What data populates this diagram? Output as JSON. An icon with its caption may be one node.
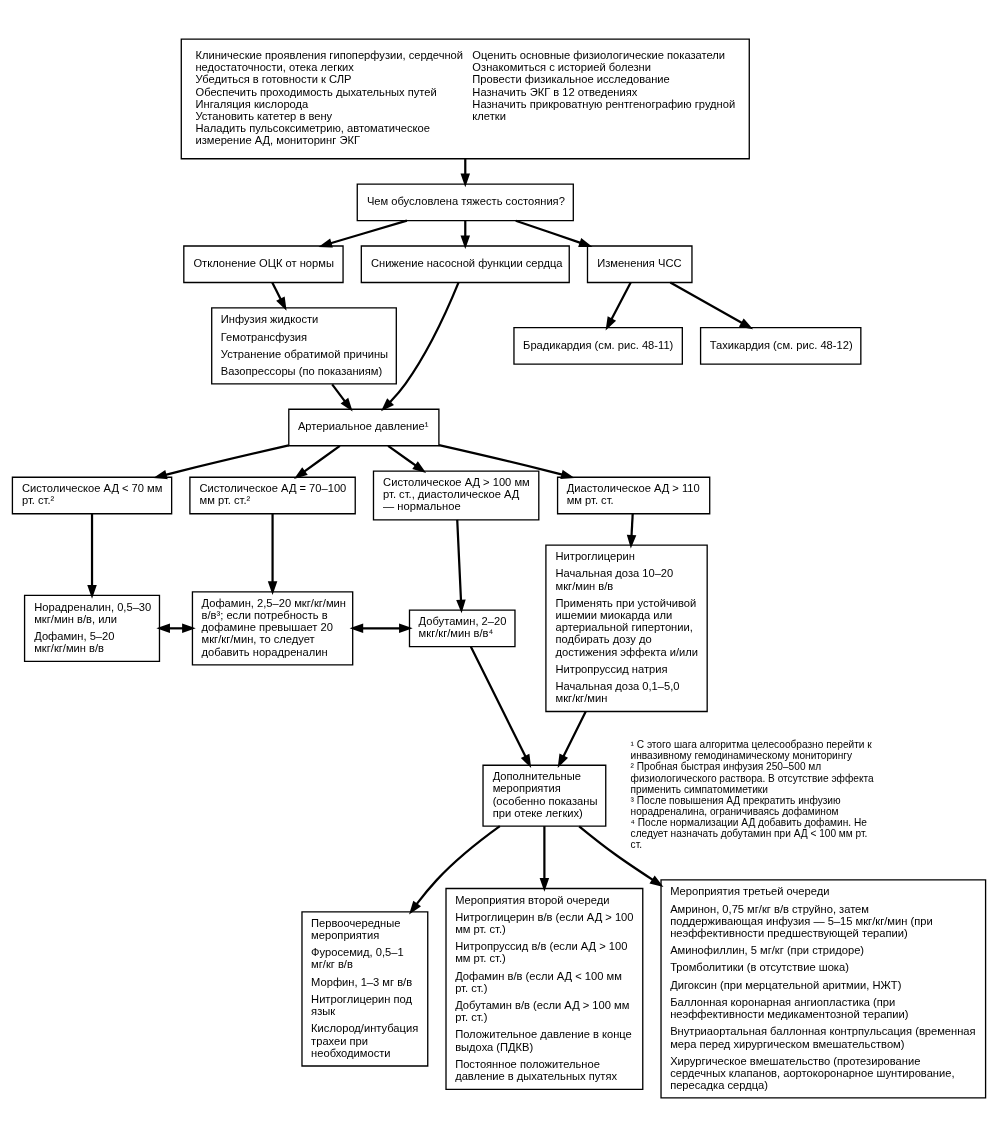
{
  "diagram": {
    "nodes": [
      {
        "text": [
          "Клинические проявления гипоперфузии, сердечной недостаточности, отека легких",
          "Убедиться в готовности к СЛР",
          "Обеспечить проходимость дыхательных путей",
          "Ингаляция кислорода",
          "Установить катетер в вену",
          "Наладить пульсоксиметрию, автоматическое измерение АД, мониторинг ЭКГ",
          "Оценить основные физиологические показатели",
          "Ознакомиться с историей болезни",
          "Провести физикальное исследование",
          "Назначить ЭКГ в 12 отведениях",
          "Назначить прикроватную рентгенографию грудной клетки"
        ]
      },
      {
        "text": [
          "Чем обусловлена тяжесть состояния?"
        ]
      },
      {
        "text": [
          "Отклонение ОЦК от нормы"
        ]
      },
      {
        "text": [
          "Снижение насосной функции сердца"
        ]
      },
      {
        "text": [
          "Изменения ЧСС"
        ]
      },
      {
        "text": [
          "Инфузия жидкости",
          "Гемотрансфузия",
          "Устранение обратимой причины",
          "Вазопрессоры (по показаниям)"
        ]
      },
      {
        "text": [
          "Артериальное давление¹"
        ]
      },
      {
        "text": [
          "Брадикардия (см. рис. 48-11)"
        ]
      },
      {
        "text": [
          "Тахикардия (см. рис. 48-12)"
        ]
      },
      {
        "text": [
          "Систолическое АД < 70 мм рт. ст.²"
        ]
      },
      {
        "text": [
          "Систолическое АД = 70–100 мм рт. ст.²"
        ]
      },
      {
        "text": [
          "Систолическое АД > 100 мм рт. ст., диастолическое АД — нормальное"
        ]
      },
      {
        "text": [
          "Диастолическое АД > 110 мм рт. ст."
        ]
      },
      {
        "text": [
          "Норадреналин, 0,5–30 мкг/мин в/в, или",
          "Дофамин, 5–20 мкг/кг/мин в/в"
        ]
      },
      {
        "text": [
          "Дофамин, 2,5–20 мкг/кг/мин в/в³; если потребность в дофамине превышает 20 мкг/кг/мин, то следует добавить норадреналин"
        ]
      },
      {
        "text": [
          "Добутамин, 2–20 мкг/кг/мин в/в⁴"
        ]
      },
      {
        "text": [
          "Нитроглицерин",
          "Начальная доза 10–20 мкг/мин в/в",
          "Применять при устойчивой ишемии миокарда или артериальной гипертонии, подбирать дозу до достижения эффекта и/или",
          "Нитропруссид натрия",
          "Начальная доза 0,1–5,0 мкг/кг/мин"
        ]
      },
      {
        "text": [
          "Дополнительные мероприятия (особенно показаны при отеке легких)"
        ]
      },
      {
        "text": [
          "Первоочередные мероприятия",
          "Фуросемид, 0,5–1 мг/кг в/в",
          "Морфин, 1–3 мг в/в",
          "Нитроглицерин под язык",
          "Кислород/интубация трахеи при необходимости"
        ]
      },
      {
        "text": [
          "Мероприятия второй очереди",
          "Нитроглицерин в/в (если АД > 100 мм рт. ст.)",
          "Нитропруссид в/в (если АД > 100 мм рт. ст.)",
          "Дофамин в/в (если АД < 100 мм рт. ст.)",
          "Добутамин в/в (если АД > 100 мм рт. ст.)",
          "Положительное давление в конце выдоха (ПДКВ)",
          "Постоянное положительное давление в дыхательных путях"
        ]
      },
      {
        "text": [
          "Мероприятия третьей очереди",
          "Амринон, 0,75 мг/кг в/в струйно, затем поддерживающая инфузия — 5–15 мкг/кг/мин (при неэффективности предшествующей терапии)",
          "Аминофиллин, 5 мг/кг (при стридоре)",
          "Тромболитики (в отсутствие шока)",
          "Дигоксин (при мерцательной аритмии, НЖТ)",
          "Баллонная коронарная ангиопластика (при неэффективности медикаментозной терапии)",
          "Внутриаортальная баллонная контрпульсация (временная мера перед хирургическом вмешательством)",
          "Хирургическое вмешательство (протезирование сердечных клапанов, аортокоронарное шунтирование, пересадка сердца)"
        ]
      }
    ],
    "edges": [
      {
        "from": 0,
        "to": 1,
        "arrow": "to"
      },
      {
        "from": 1,
        "to": 2,
        "arrow": "to"
      },
      {
        "from": 1,
        "to": 3,
        "arrow": "to"
      },
      {
        "from": 1,
        "to": 4,
        "arrow": "to"
      },
      {
        "from": 2,
        "to": 5,
        "arrow": "to"
      },
      {
        "from": 3,
        "to": 6,
        "arrow": "to"
      },
      {
        "from": 4,
        "to": 7,
        "arrow": "to"
      },
      {
        "from": 4,
        "to": 8,
        "arrow": "to"
      },
      {
        "from": 5,
        "to": 6,
        "arrow": "to"
      },
      {
        "from": 6,
        "to": 9,
        "arrow": "to"
      },
      {
        "from": 6,
        "to": 10,
        "arrow": "to"
      },
      {
        "from": 6,
        "to": 11,
        "arrow": "to"
      },
      {
        "from": 6,
        "to": 12,
        "arrow": "to"
      },
      {
        "from": 9,
        "to": 13,
        "arrow": "to"
      },
      {
        "from": 10,
        "to": 14,
        "arrow": "to"
      },
      {
        "from": 11,
        "to": 15,
        "arrow": "to"
      },
      {
        "from": 12,
        "to": 16,
        "arrow": "to"
      },
      {
        "from": 13,
        "to": 14,
        "arrow": "both"
      },
      {
        "from": 14,
        "to": 15,
        "arrow": "both"
      },
      {
        "from": 15,
        "to": 17,
        "arrow": "to"
      },
      {
        "from": 16,
        "to": 17,
        "arrow": "to"
      },
      {
        "from": 17,
        "to": 18,
        "arrow": "to"
      },
      {
        "from": 17,
        "to": 19,
        "arrow": "to"
      },
      {
        "from": 17,
        "to": 20,
        "arrow": "to"
      }
    ],
    "labels": [
      "¹ С этого шага алгоритма целесообразно перейти к инвазивному гемодинамическому мониторингу",
      "² Пробная быстрая инфузия 250–500 мл физиологического раствора. В отсутствие эффекта применить симпатомиметики",
      "³ После повышения АД прекратить инфузию норадреналина, ограничиваясь дофамином",
      "⁴ После нормализации АД добавить дофамин. Не следует назначать добутамин при АД < 100 мм рт. ст."
    ]
  }
}
